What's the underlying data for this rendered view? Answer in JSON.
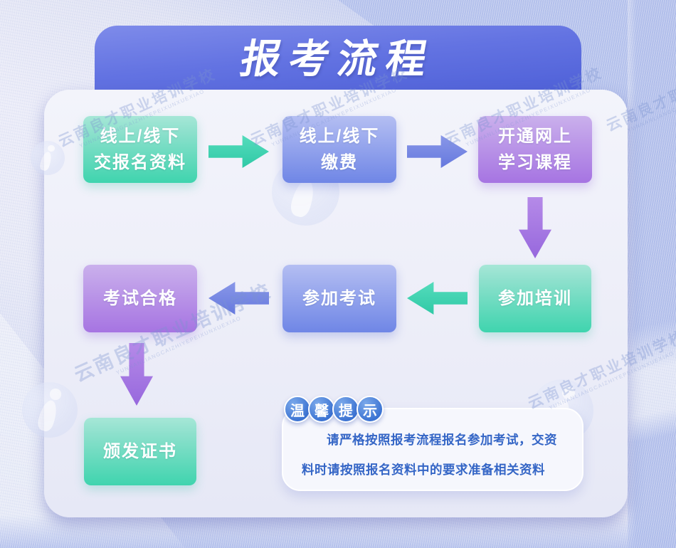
{
  "header": {
    "title": "报考流程"
  },
  "flow": {
    "steps": [
      {
        "name": "submit-materials",
        "line1": "线上/线下",
        "line2": "交报名资料",
        "color": "teal"
      },
      {
        "name": "pay-fee",
        "line1": "线上/线下",
        "line2": "缴费",
        "color": "blue"
      },
      {
        "name": "open-online-course",
        "line1": "开通网上",
        "line2": "学习课程",
        "color": "purple"
      },
      {
        "name": "attend-training",
        "line1": "参加培训",
        "color": "teal"
      },
      {
        "name": "take-exam",
        "line1": "参加考试",
        "color": "blue"
      },
      {
        "name": "pass-exam",
        "line1": "考试合格",
        "color": "purple"
      },
      {
        "name": "issue-certificate",
        "line1": "颁发证书",
        "color": "teal"
      }
    ],
    "arrow_colors": {
      "teal": "#3cd2af",
      "blue": "#7585e2",
      "purple": "#a47ae4"
    },
    "step_colors": {
      "teal_top": "#a6e7d7",
      "teal_bottom": "#3fd4ae",
      "blue_top": "#b4bef2",
      "blue_bottom": "#6f86e6",
      "purple_top": "#cab0ec",
      "purple_bottom": "#a674e2"
    }
  },
  "tips": {
    "badge_chars": [
      "温",
      "馨",
      "提",
      "示"
    ],
    "badge_color": "#3a72d2",
    "text_color": "#3566c6",
    "lines": [
      "请严格按照报考流程报名参加考试，交资",
      "料时请按照报名资料中的要求准备相关资料"
    ]
  },
  "watermark": {
    "cn": "云南良才职业培训学校",
    "en": "YUNNANLIANGCAIZHIYEPEIXUNXUEXIAO"
  },
  "theme": {
    "banner_top": "#7e8bea",
    "banner_bottom": "#4d5fd7",
    "card_bg": "#eff0fa",
    "page_bg": "#e6e8f6",
    "side_band": "#b2bfec"
  }
}
